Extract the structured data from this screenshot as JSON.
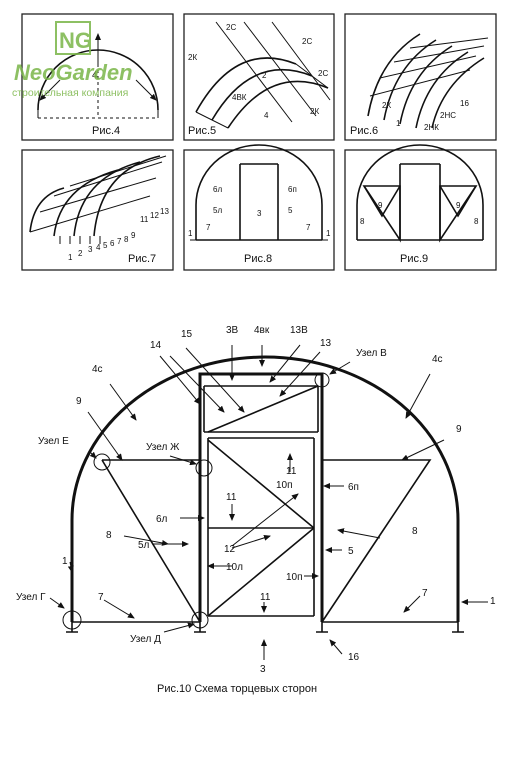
{
  "logo": {
    "mark": "NG",
    "name": "NeoGarden",
    "tagline": "строительная компания",
    "brand_color": "#7ab648"
  },
  "panels": [
    {
      "caption": "Рис.4",
      "labels": [
        "4"
      ]
    },
    {
      "caption": "Рис.5",
      "labels": [
        "2С",
        "2С",
        "2К",
        "2С",
        "2",
        "4ВК",
        "2К",
        "4"
      ]
    },
    {
      "caption": "Рис.6",
      "labels": [
        "2К",
        "16",
        "2НС",
        "1",
        "2НК"
      ]
    },
    {
      "caption": "Рис.7",
      "labels": [
        "1",
        "2",
        "3",
        "4",
        "5",
        "6",
        "7",
        "8",
        "9",
        "11",
        "12",
        "13"
      ]
    },
    {
      "caption": "Рис.8",
      "labels": [
        "6л",
        "6п",
        "5л",
        "5",
        "3",
        "7",
        "7",
        "1",
        "1"
      ]
    },
    {
      "caption": "Рис.9",
      "labels": [
        "9",
        "9",
        "8",
        "8"
      ]
    }
  ],
  "main": {
    "caption": "Рис.10  Схема торцевых сторон",
    "labels": {
      "l14": "14",
      "l15": "15",
      "l3v": "3В",
      "l4vk": "4вк",
      "l13v": "13В",
      "l13": "13",
      "node_v": "Узел В",
      "l4c_left": "4с",
      "l4c_right": "4с",
      "l9_left": "9",
      "l9_right": "9",
      "node_e": "Узел Е",
      "node_zh": "Узел Ж",
      "l11_top": "11",
      "l10p_top": "10п",
      "l6p": "6п",
      "l11_mid": "11",
      "l6l": "6л",
      "l8_left": "8",
      "l8_right": "8",
      "l5l": "5л",
      "l12": "12",
      "l10l": "10л",
      "l5": "5",
      "l10p": "10п",
      "l1_left": "1",
      "l1_right": "1",
      "node_g": "Узел Г",
      "l7_left": "7",
      "l7_right": "7",
      "node_d": "Узел Д",
      "l11_bottom": "11",
      "l3": "3",
      "l16": "16"
    }
  }
}
